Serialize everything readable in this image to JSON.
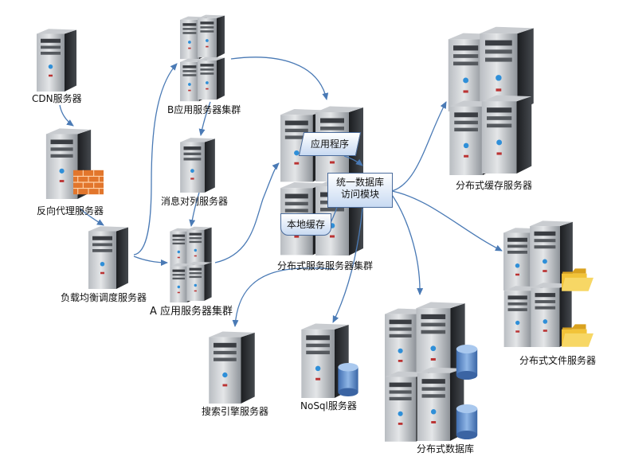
{
  "servers": {
    "cdn": "CDN服务器",
    "reverse_proxy": "反向代理服务器",
    "load_balancer": "负载均衡调度服务器",
    "app_cluster_b": "B应用服务器集群",
    "message_queue": "消息对列服务器",
    "app_cluster_a": "A 应用服务器集群",
    "distributed_service": "分布式服务服务器集群",
    "distributed_cache": "分布式缓存服务器",
    "distributed_file": "分布式文件服务器",
    "distributed_db": "分布式数据库",
    "nosql": "NoSql服务器",
    "search_engine": "搜索引擎服务器"
  },
  "inner_boxes": {
    "application": "应用程序",
    "data_access_line1": "统一数据库",
    "data_access_line2": "访问模块",
    "local_cache": "本地缓存"
  },
  "colors": {
    "arrow": "#4a7ab5",
    "server_dark": "#2c2f33",
    "server_light": "#9ea3a8",
    "firewall": "#e2762c",
    "folder": "#f2c338",
    "db_cylinder": "#4f7fc2"
  }
}
